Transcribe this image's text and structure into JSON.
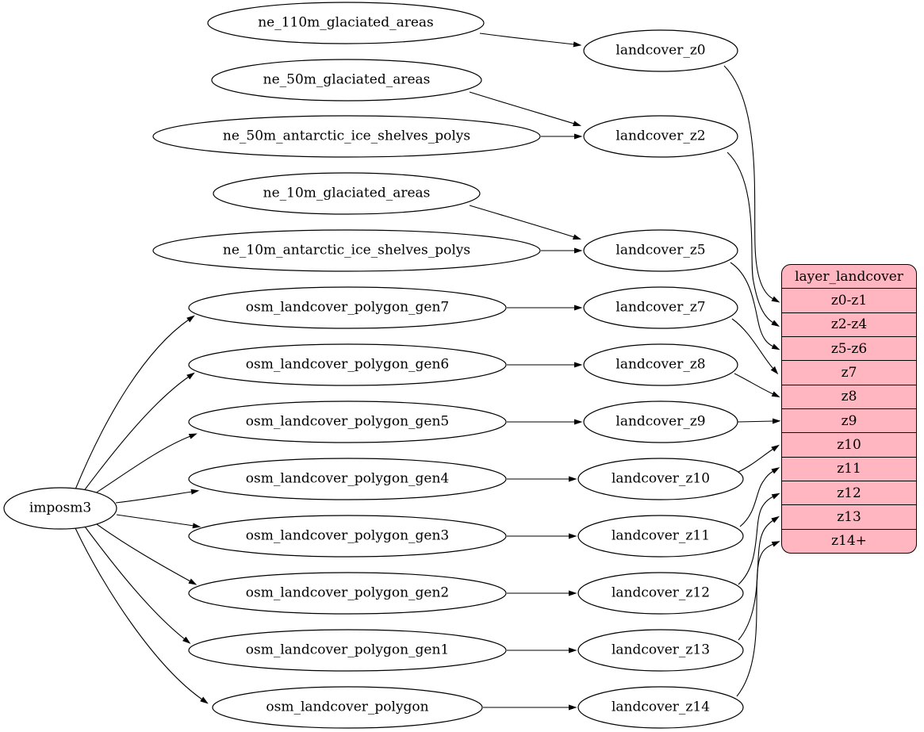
{
  "diagram": {
    "type": "dependency-graph",
    "background": "#ffffff",
    "node_fill": "#ffffff",
    "node_stroke": "#000000",
    "edge_color": "#000000"
  },
  "nodes": [
    {
      "id": "imposm3",
      "label": "imposm3"
    },
    {
      "id": "ne_110m_glaciated_areas",
      "label": "ne_110m_glaciated_areas"
    },
    {
      "id": "ne_50m_glaciated_areas",
      "label": "ne_50m_glaciated_areas"
    },
    {
      "id": "ne_50m_antarctic_ice_shelves_polys",
      "label": "ne_50m_antarctic_ice_shelves_polys"
    },
    {
      "id": "ne_10m_glaciated_areas",
      "label": "ne_10m_glaciated_areas"
    },
    {
      "id": "ne_10m_antarctic_ice_shelves_polys",
      "label": "ne_10m_antarctic_ice_shelves_polys"
    },
    {
      "id": "osm_landcover_polygon_gen7",
      "label": "osm_landcover_polygon_gen7"
    },
    {
      "id": "osm_landcover_polygon_gen6",
      "label": "osm_landcover_polygon_gen6"
    },
    {
      "id": "osm_landcover_polygon_gen5",
      "label": "osm_landcover_polygon_gen5"
    },
    {
      "id": "osm_landcover_polygon_gen4",
      "label": "osm_landcover_polygon_gen4"
    },
    {
      "id": "osm_landcover_polygon_gen3",
      "label": "osm_landcover_polygon_gen3"
    },
    {
      "id": "osm_landcover_polygon_gen2",
      "label": "osm_landcover_polygon_gen2"
    },
    {
      "id": "osm_landcover_polygon_gen1",
      "label": "osm_landcover_polygon_gen1"
    },
    {
      "id": "osm_landcover_polygon",
      "label": "osm_landcover_polygon"
    },
    {
      "id": "landcover_z0",
      "label": "landcover_z0"
    },
    {
      "id": "landcover_z2",
      "label": "landcover_z2"
    },
    {
      "id": "landcover_z5",
      "label": "landcover_z5"
    },
    {
      "id": "landcover_z7",
      "label": "landcover_z7"
    },
    {
      "id": "landcover_z8",
      "label": "landcover_z8"
    },
    {
      "id": "landcover_z9",
      "label": "landcover_z9"
    },
    {
      "id": "landcover_z10",
      "label": "landcover_z10"
    },
    {
      "id": "landcover_z11",
      "label": "landcover_z11"
    },
    {
      "id": "landcover_z12",
      "label": "landcover_z12"
    },
    {
      "id": "landcover_z13",
      "label": "landcover_z13"
    },
    {
      "id": "landcover_z14",
      "label": "landcover_z14"
    }
  ],
  "table": {
    "title": "layer_landcover",
    "fill": "#ffb6c1",
    "rows": [
      "z0-z1",
      "z2-z4",
      "z5-z6",
      "z7",
      "z8",
      "z9",
      "z10",
      "z11",
      "z12",
      "z13",
      "z14+"
    ]
  },
  "edges": [
    [
      "imposm3",
      "osm_landcover_polygon_gen7"
    ],
    [
      "imposm3",
      "osm_landcover_polygon_gen6"
    ],
    [
      "imposm3",
      "osm_landcover_polygon_gen5"
    ],
    [
      "imposm3",
      "osm_landcover_polygon_gen4"
    ],
    [
      "imposm3",
      "osm_landcover_polygon_gen3"
    ],
    [
      "imposm3",
      "osm_landcover_polygon_gen2"
    ],
    [
      "imposm3",
      "osm_landcover_polygon_gen1"
    ],
    [
      "imposm3",
      "osm_landcover_polygon"
    ],
    [
      "ne_110m_glaciated_areas",
      "landcover_z0"
    ],
    [
      "ne_50m_glaciated_areas",
      "landcover_z2"
    ],
    [
      "ne_50m_antarctic_ice_shelves_polys",
      "landcover_z2"
    ],
    [
      "ne_10m_glaciated_areas",
      "landcover_z5"
    ],
    [
      "ne_10m_antarctic_ice_shelves_polys",
      "landcover_z5"
    ],
    [
      "osm_landcover_polygon_gen7",
      "landcover_z7"
    ],
    [
      "osm_landcover_polygon_gen6",
      "landcover_z8"
    ],
    [
      "osm_landcover_polygon_gen5",
      "landcover_z9"
    ],
    [
      "osm_landcover_polygon_gen4",
      "landcover_z10"
    ],
    [
      "osm_landcover_polygon_gen3",
      "landcover_z11"
    ],
    [
      "osm_landcover_polygon_gen2",
      "landcover_z12"
    ],
    [
      "osm_landcover_polygon_gen1",
      "landcover_z13"
    ],
    [
      "osm_landcover_polygon",
      "landcover_z14"
    ],
    [
      "landcover_z0",
      "layer_landcover:z0-z1"
    ],
    [
      "landcover_z2",
      "layer_landcover:z2-z4"
    ],
    [
      "landcover_z5",
      "layer_landcover:z5-z6"
    ],
    [
      "landcover_z7",
      "layer_landcover:z7"
    ],
    [
      "landcover_z8",
      "layer_landcover:z8"
    ],
    [
      "landcover_z9",
      "layer_landcover:z9"
    ],
    [
      "landcover_z10",
      "layer_landcover:z10"
    ],
    [
      "landcover_z11",
      "layer_landcover:z11"
    ],
    [
      "landcover_z12",
      "layer_landcover:z12"
    ],
    [
      "landcover_z13",
      "layer_landcover:z13"
    ],
    [
      "landcover_z14",
      "layer_landcover:z14+"
    ]
  ]
}
